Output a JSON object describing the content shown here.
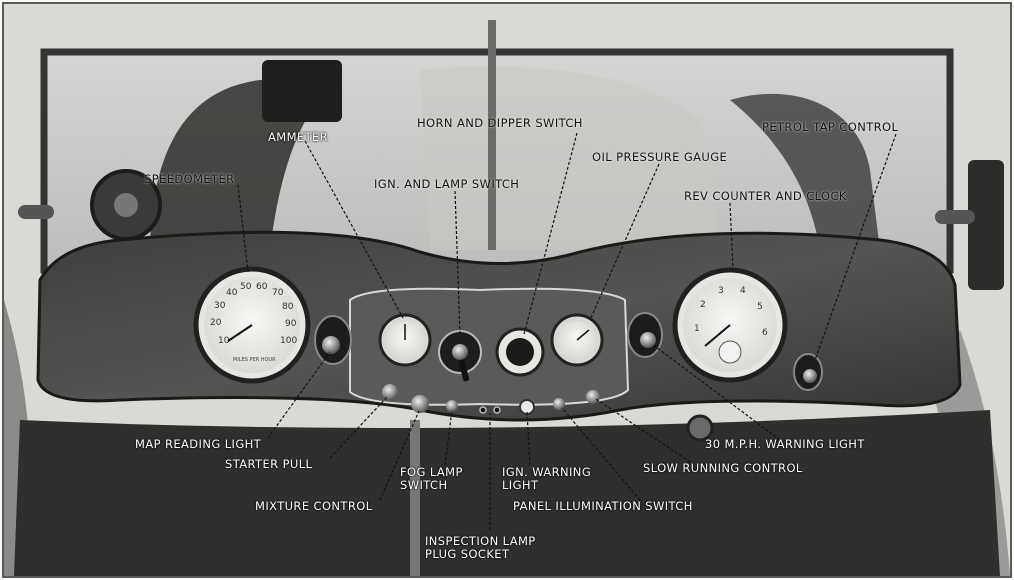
{
  "labels": {
    "speedometer": "SPEEDOMETER",
    "ammeter": "AMMETER",
    "horn_dipper": "HORN AND DIPPER SWITCH",
    "petrol_tap": "PETROL TAP CONTROL",
    "oil_pressure": "OIL PRESSURE GAUGE",
    "ign_lamp": "IGN. AND LAMP SWITCH",
    "rev_counter": "REV COUNTER AND CLOCK",
    "map_light": "MAP READING LIGHT",
    "starter_pull": "STARTER PULL",
    "mixture": "MIXTURE CONTROL",
    "fog_lamp": "FOG LAMP\nSWITCH",
    "ign_warning": "IGN. WARNING\nLIGHT",
    "inspection_lamp": "INSPECTION LAMP\nPLUG SOCKET",
    "panel_illum": "PANEL ILLUMINATION SWITCH",
    "slow_running": "SLOW RUNNING  CONTROL",
    "warning_30": "30 M.P.H.  WARNING  LIGHT"
  },
  "gauges": {
    "speedo_ticks": [
      "10",
      "20",
      "30",
      "40",
      "50",
      "60",
      "70",
      "80",
      "90",
      "100"
    ],
    "speedo_caption": "MILES PER HOUR",
    "rev_ticks": [
      "1",
      "2",
      "3",
      "4",
      "5",
      "6"
    ]
  }
}
